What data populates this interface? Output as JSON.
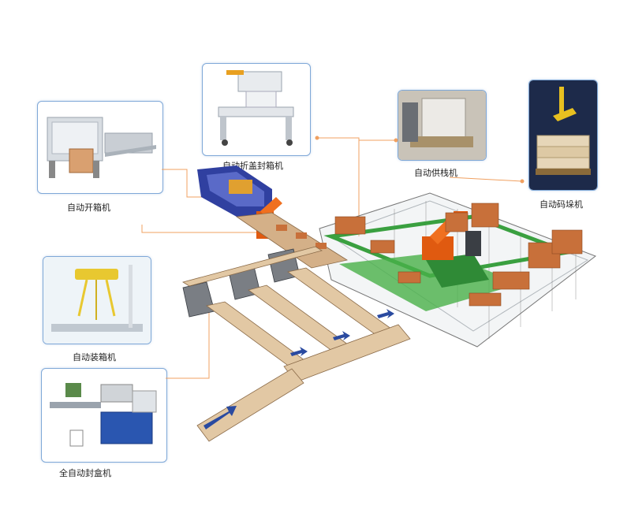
{
  "labels": {
    "case_erector": "自动开箱机",
    "flap_sealer": "自动折盖封箱机",
    "pallet_dispenser": "自动供栈机",
    "palletizer": "自动码垛机",
    "case_packer": "自动装箱机",
    "flow_wrapper": "全自动封盒机"
  },
  "colors": {
    "card_border": "#7fa8d8",
    "leader_line": "#f0a060",
    "carton": "#c8703a",
    "robot": "#e05a10",
    "frame_green": "#3aa040",
    "machine_blue": "#3040a0",
    "arrow_blue": "#2a4aa0"
  }
}
